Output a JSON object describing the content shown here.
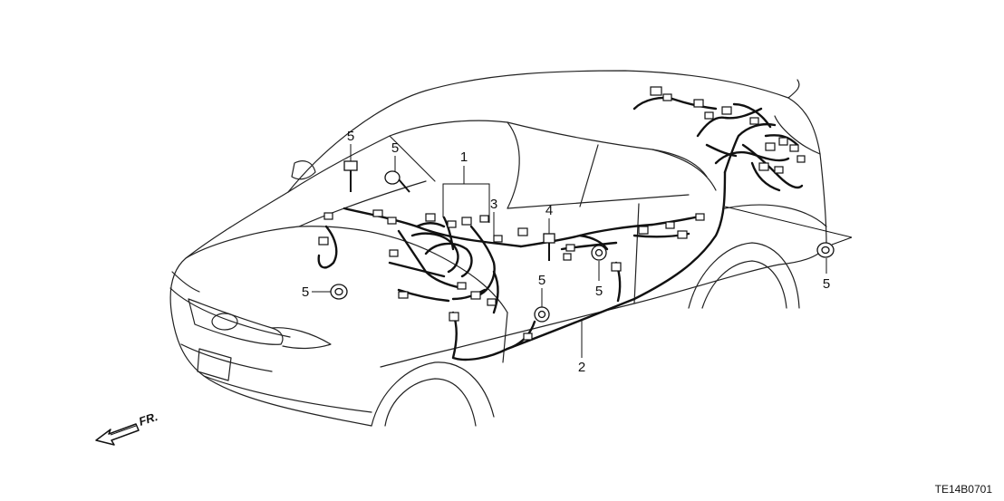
{
  "callouts": {
    "c1": "1",
    "c2": "2",
    "c3": "3",
    "c4": "4",
    "c5_left_top": "5",
    "c5_left_mid": "5",
    "c5_left_low": "5",
    "c5_center_low": "5",
    "c5_center_right": "5",
    "c5_far_right": "5"
  },
  "direction_arrow": {
    "label": "FR."
  },
  "diagram_code": "TE14B0701"
}
